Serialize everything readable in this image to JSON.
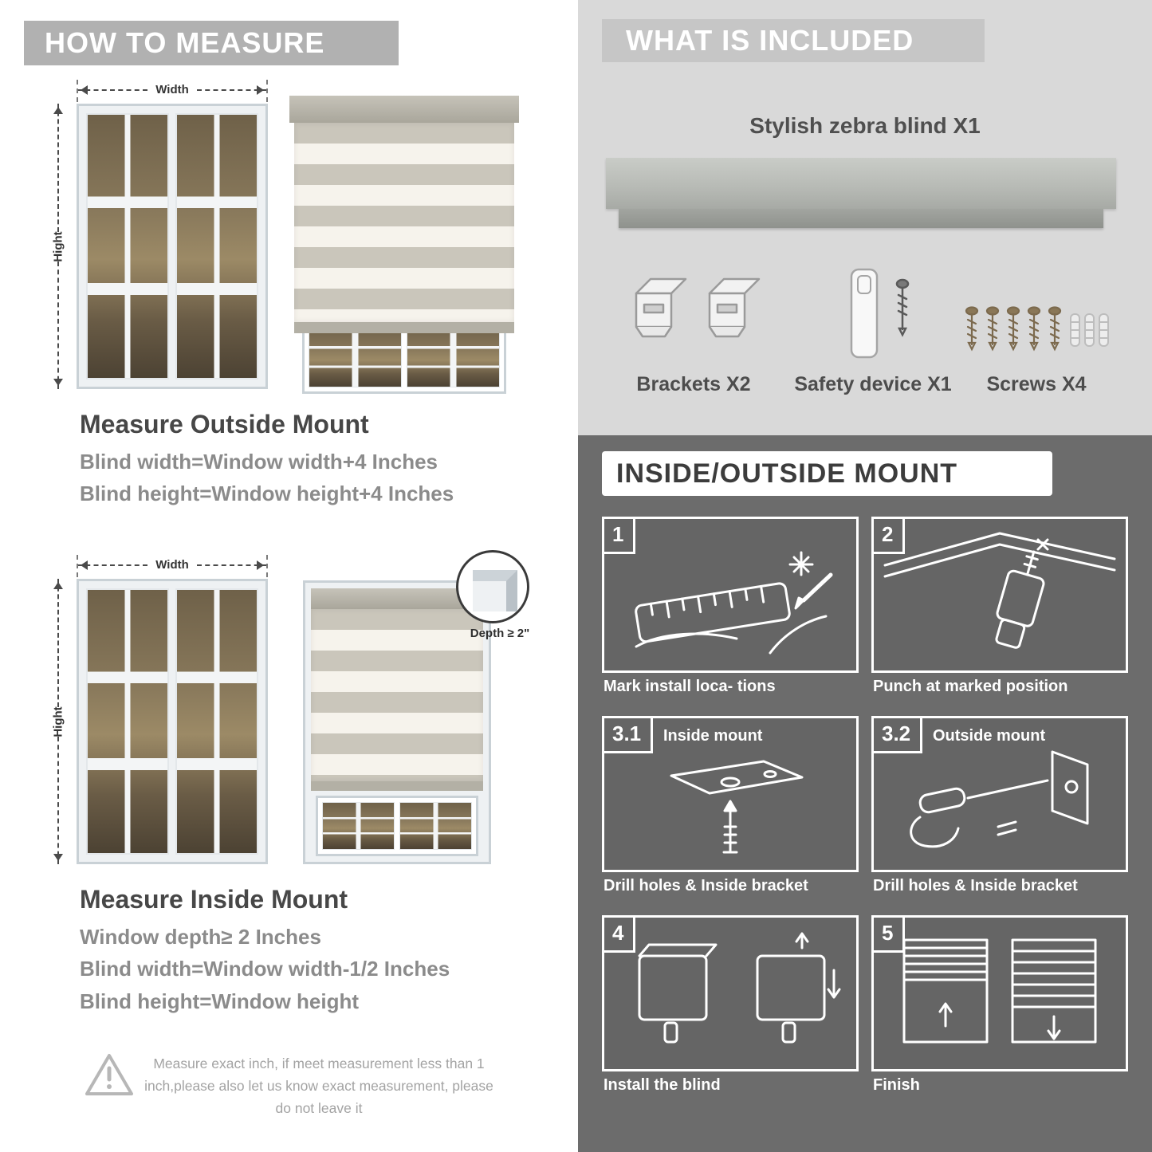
{
  "left": {
    "header": "HOW TO MEASURE",
    "outside": {
      "width_label": "Width",
      "height_label": "Hight",
      "title": "Measure Outside Mount",
      "line1": "Blind width=Window width+4 Inches",
      "line2": "Blind height=Window height+4 Inches"
    },
    "inside": {
      "width_label": "Width",
      "height_label": "Hight",
      "depth_label": "Depth ≥ 2\"",
      "title": "Measure Inside Mount",
      "line1": "Window depth≥ 2 Inches",
      "line2": "Blind width=Window width-1/2 Inches",
      "line3": "Blind height=Window height"
    },
    "warning_text": "Measure exact inch, if meet measurement less than 1 inch,please also let us know exact measurement, please do not leave it"
  },
  "included": {
    "header": "WHAT IS INCLUDED",
    "product": "Stylish zebra blind X1",
    "items": [
      {
        "label": "Brackets X2"
      },
      {
        "label": "Safety device X1"
      },
      {
        "label": "Screws X4"
      }
    ]
  },
  "mount": {
    "header": "INSIDE/OUTSIDE MOUNT",
    "steps": [
      {
        "num": "1",
        "title": "",
        "caption": "Mark install loca- tions"
      },
      {
        "num": "2",
        "title": "",
        "caption": "Punch at  marked position"
      },
      {
        "num": "3.1",
        "title": "Inside mount",
        "caption": "Drill holes &  Inside bracket"
      },
      {
        "num": "3.2",
        "title": "Outside mount",
        "caption": "Drill holes &  Inside bracket"
      },
      {
        "num": "4",
        "title": "",
        "caption": "Install the blind"
      },
      {
        "num": "5",
        "title": "",
        "caption": "Finish"
      }
    ]
  }
}
